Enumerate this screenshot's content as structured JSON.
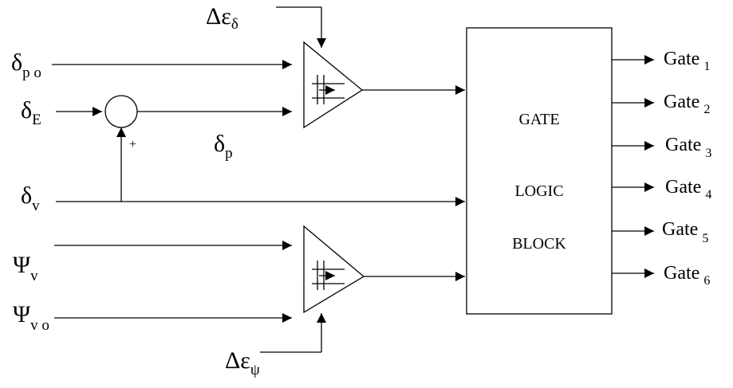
{
  "inputs": {
    "delta_po": {
      "main": "δ",
      "sub": "p o"
    },
    "delta_E": {
      "main": "δ",
      "sub": "E"
    },
    "delta_v": {
      "main": "δ",
      "sub": "v"
    },
    "psi_v": {
      "main": "Ψ",
      "sub": "v"
    },
    "psi_vo": {
      "main": "Ψ",
      "sub": "v o"
    }
  },
  "hysteresis": {
    "delta": {
      "main": "Δε",
      "sub": "δ"
    },
    "psi": {
      "main": "Δε",
      "sub": "ψ"
    }
  },
  "intermediate": {
    "main": "δ",
    "sub": "p"
  },
  "summer": {
    "plus_sign": "+"
  },
  "logic_block": {
    "line1": "GATE",
    "line2": "LOGIC",
    "line3": "BLOCK"
  },
  "outputs": [
    {
      "label": "Gate",
      "sub": "1"
    },
    {
      "label": "Gate",
      "sub": "2"
    },
    {
      "label": "Gate",
      "sub": "3"
    },
    {
      "label": "Gate",
      "sub": "4"
    },
    {
      "label": "Gate",
      "sub": "5"
    },
    {
      "label": "Gate",
      "sub": "6"
    }
  ]
}
